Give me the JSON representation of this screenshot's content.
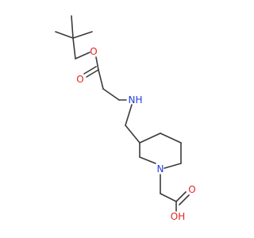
{
  "colors": {
    "bond": "#3a3a3a",
    "oxygen": "#e8231f",
    "nitrogen": "#1f3fe0",
    "background": "#ffffff"
  },
  "atoms": {
    "o_ester_top": "O",
    "o_carbonyl_left": "O",
    "n_amine": "N",
    "h_amine": "H",
    "n_ring": "N",
    "o_carbonyl_acid": "O",
    "oh_acid": "OH"
  }
}
